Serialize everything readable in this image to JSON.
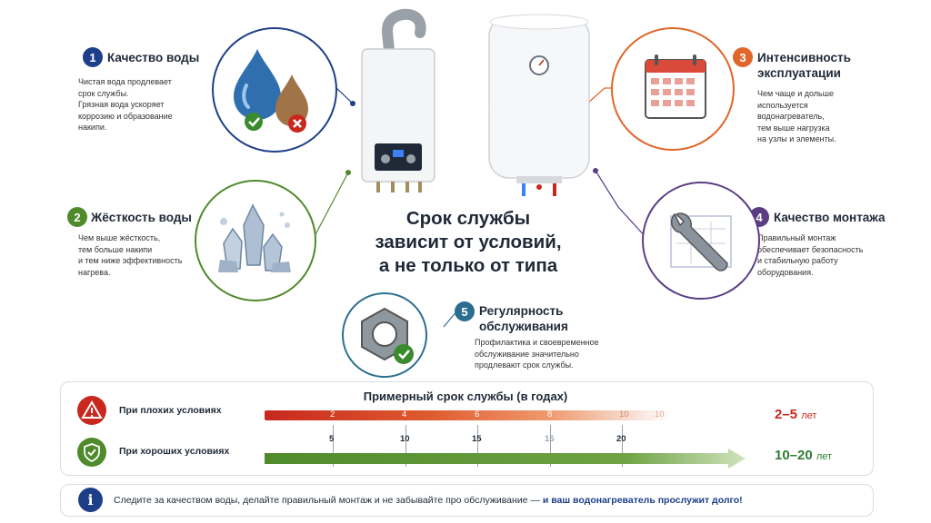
{
  "center_title": [
    "Срок службы",
    "зависит от условий,",
    "а не только от типа"
  ],
  "factors": [
    {
      "number": "1",
      "title": [
        "Качество воды"
      ],
      "text": [
        "Чистая вода продлевает",
        "срок службы.",
        "Грязная вода ускоряет",
        "коррозию и образование",
        "накипи."
      ],
      "color": "#1d3f8a"
    },
    {
      "number": "2",
      "title": [
        "Жёсткость воды"
      ],
      "text": [
        "Чем выше жёсткость,",
        "тем больше накипи",
        "и тем ниже эффективность",
        "нагрева."
      ],
      "color": "#4f8a2b"
    },
    {
      "number": "3",
      "title": [
        "Интенсивность",
        "эксплуатации"
      ],
      "text": [
        "Чем чаще и дольше",
        "используется",
        "водонагреватель,",
        "тем выше нагрузка",
        "на узлы и элементы."
      ],
      "color": "#e0662b"
    },
    {
      "number": "4",
      "title": [
        "Качество монтажа"
      ],
      "text": [
        "Правильный монтаж",
        "обеспечивает безопасность",
        "и стабильную работу",
        "оборудования."
      ],
      "color": "#5b3d86"
    },
    {
      "number": "5",
      "title": [
        "Регулярность",
        "обслуживания"
      ],
      "text": [
        "Профилактика и своевременное",
        "обслуживание значительно",
        "продлевают срок службы."
      ],
      "color": "#2c6e8f"
    }
  ],
  "lifespan": {
    "title": "Примерный срок службы (в годах)",
    "bad": {
      "label": "При плохих условиях",
      "ticks": [
        "2",
        "4",
        "6",
        "8",
        "10"
      ],
      "range": "2–5",
      "unit": "лет"
    },
    "good": {
      "label": "При хороших условиях",
      "ticks": [
        "5",
        "10",
        "15",
        "20"
      ],
      "range": "10–20",
      "unit": "лет"
    }
  },
  "tip": {
    "text": "Следите за качеством воды, делайте правильный монтаж и не забывайте про обслуживание — ",
    "highlight": "и ваш водонагреватель прослужит долго!"
  },
  "colors": {
    "navy": "#1d3f8a",
    "green": "#4f8a2b",
    "orange": "#e0662b",
    "purple": "#5b3d86",
    "teal": "#2c6e8f",
    "red": "#c8281e"
  }
}
